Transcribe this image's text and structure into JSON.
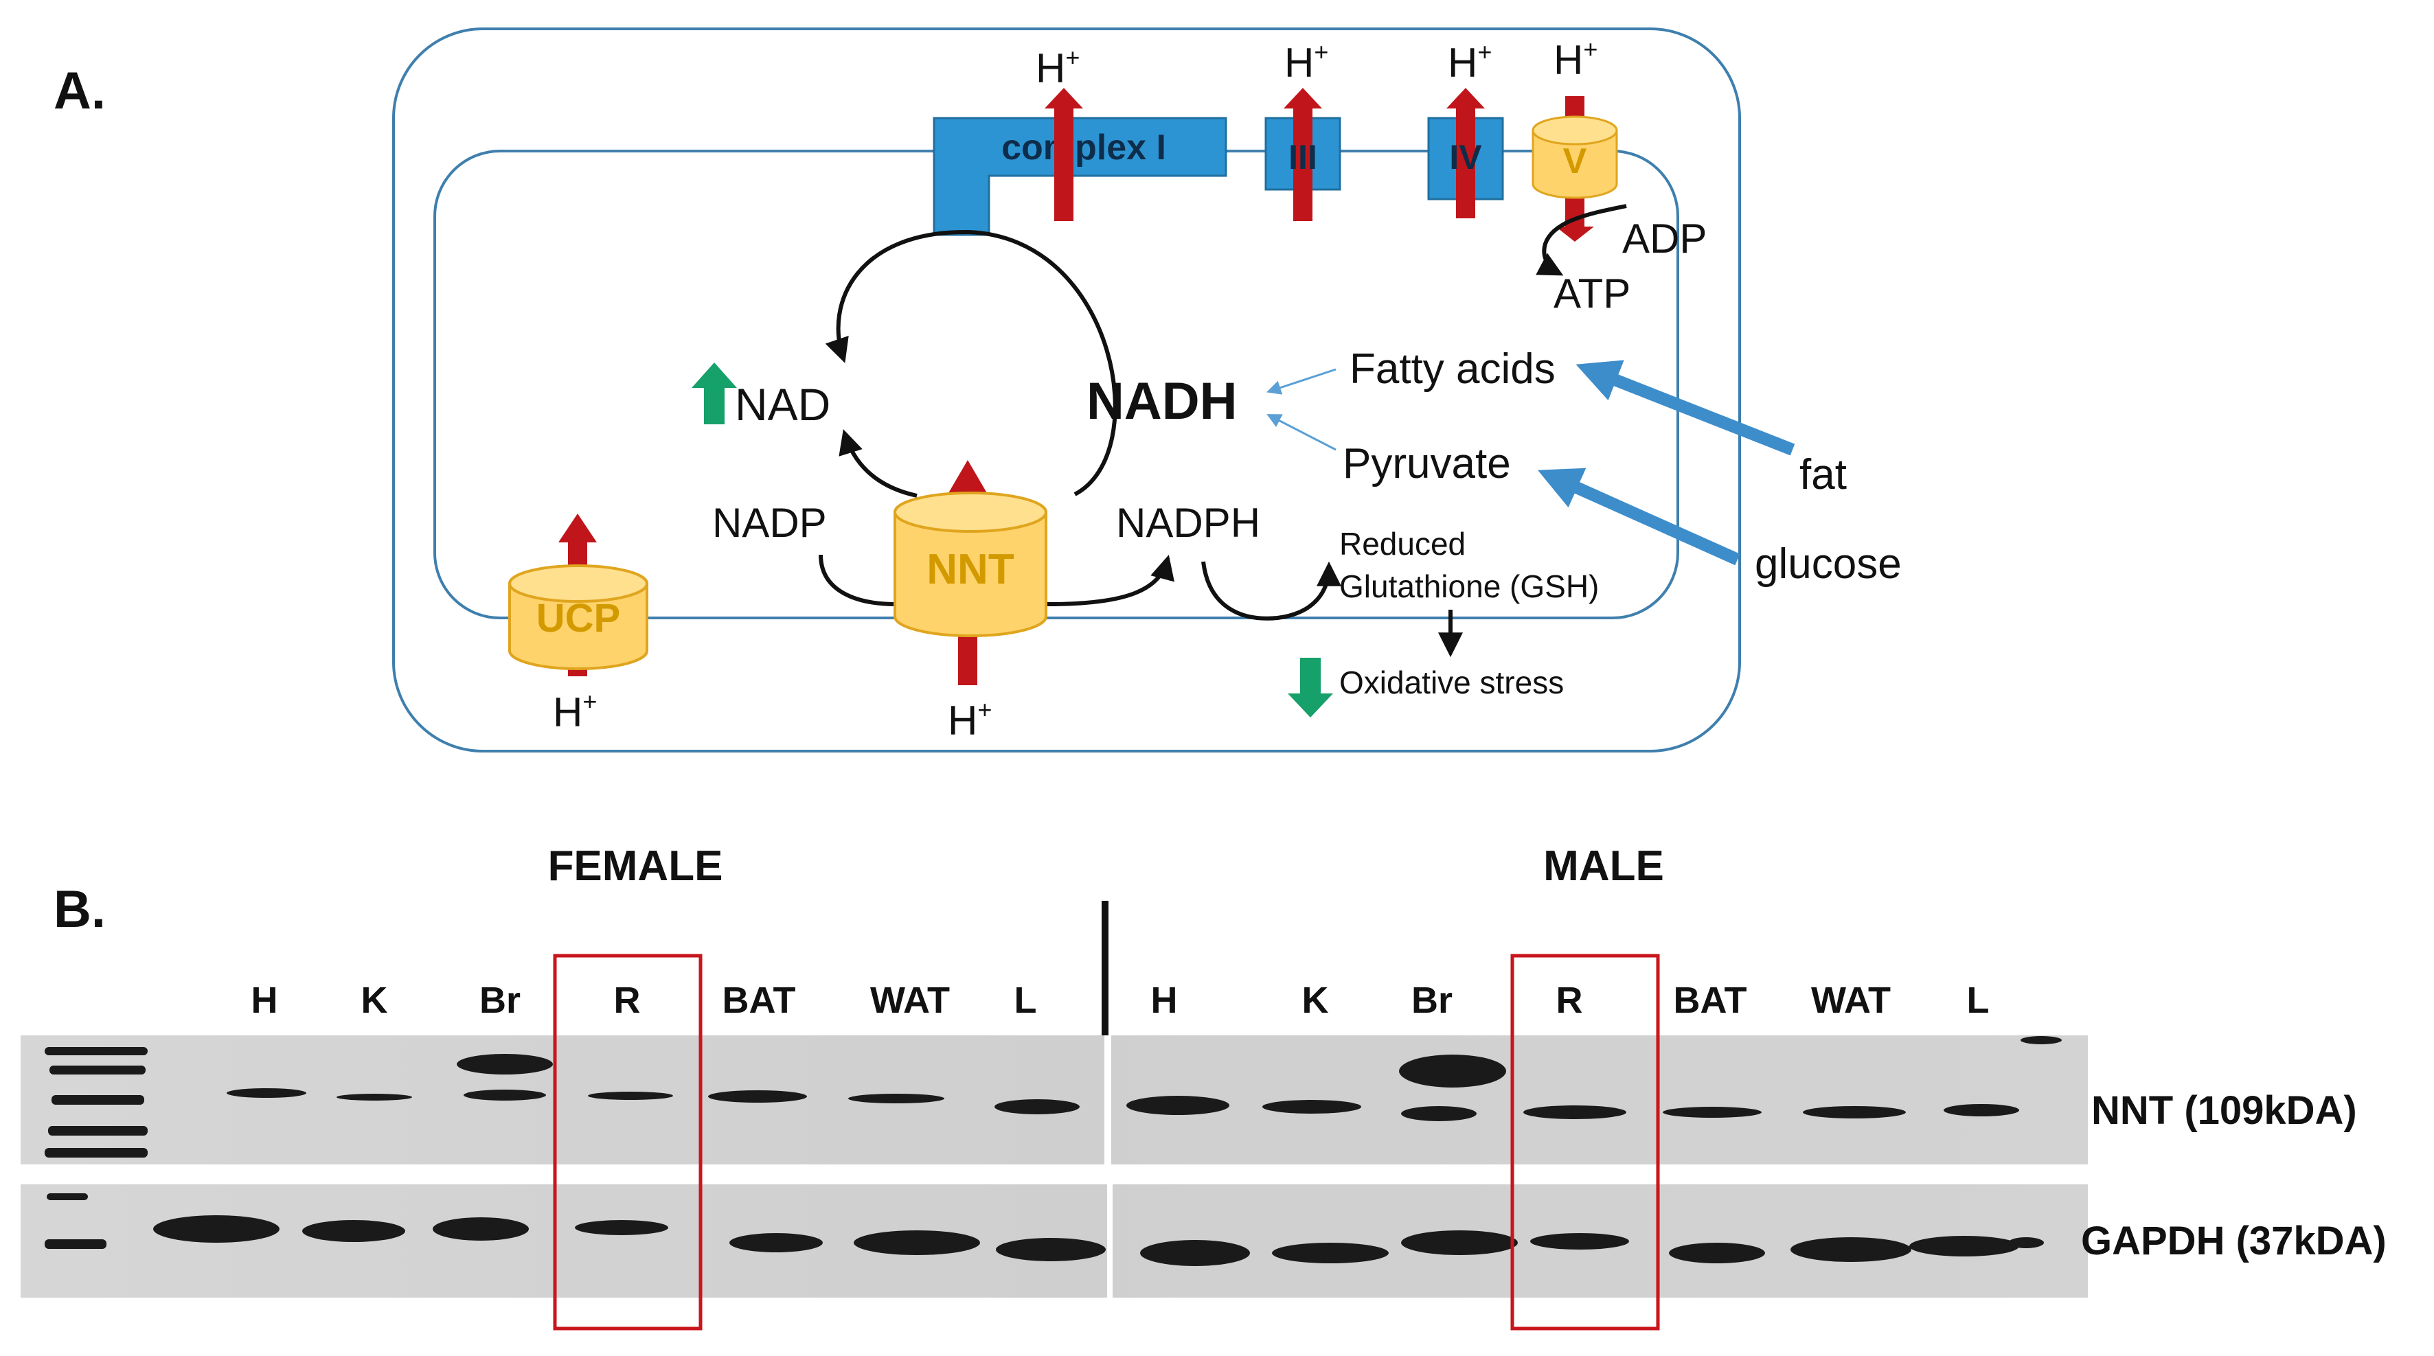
{
  "panel_a": {
    "label": "A.",
    "complexes": {
      "complex1": "complex I",
      "complex3": "III",
      "complex4": "IV",
      "complex5": "V"
    },
    "proton": {
      "main": "H",
      "sup": "+"
    },
    "ucp": "UCP",
    "nnt": "NNT",
    "adp": "ADP",
    "atp": "ATP",
    "nad": "NAD",
    "nadh": "NADH",
    "nadp": "NADP",
    "nadph": "NADPH",
    "fatty_acids": "Fatty acids",
    "pyruvate": "Pyruvate",
    "fat": "fat",
    "glucose": "glucose",
    "gsh_line1": "Reduced",
    "gsh_line2": "Glutathione (GSH)",
    "oxidative_stress": "Oxidative stress",
    "colors": {
      "membrane": "#3f7fae",
      "complex_fill": "#2d94d3",
      "cylinder_fill": "#ffd36b",
      "cylinder_stroke": "#e0a51e",
      "cylinder_text": "#d39a00",
      "proton_arrow": "#c0161b",
      "green_arrow": "#16a06a",
      "substrate_arrow": "#3d8dcb"
    }
  },
  "panel_b": {
    "label": "B.",
    "groups": [
      {
        "title": "FEMALE",
        "lanes": [
          "H",
          "K",
          "Br",
          "R",
          "BAT",
          "WAT",
          "L"
        ]
      },
      {
        "title": "MALE",
        "lanes": [
          "H",
          "K",
          "Br",
          "R",
          "BAT",
          "WAT",
          "L"
        ]
      }
    ],
    "blots": [
      {
        "label": "NNT (109kDA)"
      },
      {
        "label": "GAPDH (37kDA)"
      }
    ],
    "colors": {
      "highlight": "#c9151c",
      "divider": "#111111"
    }
  }
}
